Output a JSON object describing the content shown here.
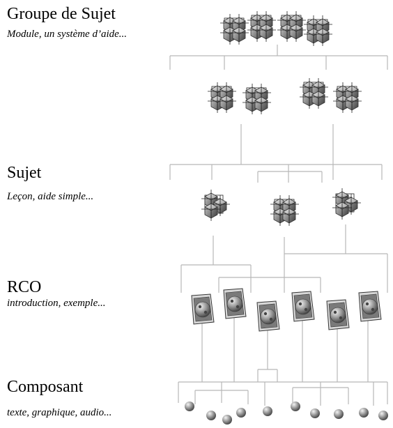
{
  "levels": {
    "groupe": {
      "title": "Groupe de Sujet",
      "subtitle": "Module, un système d’aide..."
    },
    "sujet": {
      "title": "Sujet",
      "subtitle": "Leçon, aide simple..."
    },
    "rco": {
      "title": "RCO",
      "subtitle": "introduction, exemple..."
    },
    "composant": {
      "title": "Composant",
      "subtitle": "texte, graphique, audio..."
    }
  },
  "colors": {
    "line": "#b8b8b8",
    "cube": "#8f8f8f",
    "sphere": "#9a9a9a",
    "ink": "#000000"
  },
  "icons": {
    "group": "cube-cluster-icon",
    "subject": "cube-stack-icon",
    "rco": "dice-cube-icon",
    "component": "sphere-icon"
  }
}
